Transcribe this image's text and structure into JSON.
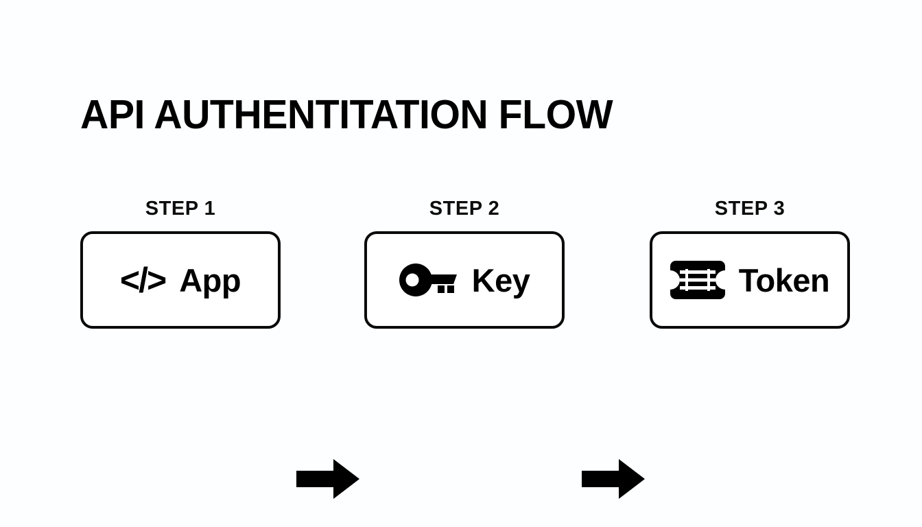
{
  "page": {
    "title": "API AUTHENTITATION FLOW",
    "background_color": "#fdfeff",
    "ink_color": "#000000"
  },
  "flow": {
    "steps": [
      {
        "step_label": "STEP 1",
        "icon": "code-brackets-icon",
        "icon_glyph": "</>",
        "label": "App"
      },
      {
        "step_label": "STEP 2",
        "icon": "key-icon",
        "icon_glyph": "",
        "label": "Key"
      },
      {
        "step_label": "STEP 3",
        "icon": "token-ticket-icon",
        "icon_glyph": "",
        "label": "Token"
      }
    ],
    "connectors": [
      {
        "name": "arrow-right-icon",
        "from": "STEP 1",
        "to": "STEP 2"
      },
      {
        "name": "arrow-right-icon",
        "from": "STEP 2",
        "to": "STEP 3"
      }
    ]
  }
}
